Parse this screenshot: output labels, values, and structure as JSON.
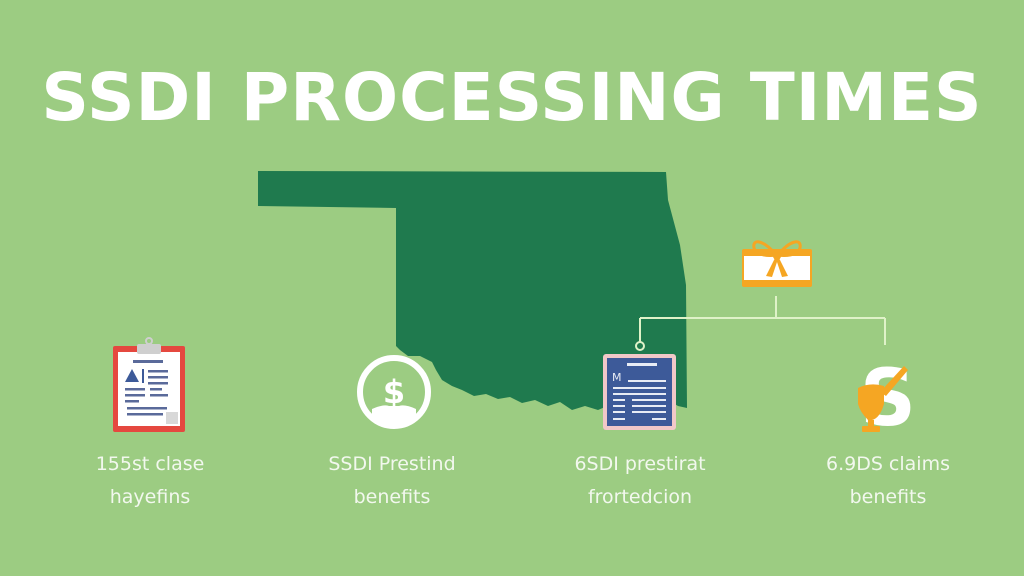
{
  "title": "SSDI PROCESSING TIMES",
  "colors": {
    "background": "#9ccc82",
    "map": "#1f7a4e",
    "connector": "#dff2c8",
    "accent_orange": "#f5a623",
    "clipboard_red": "#e5483f",
    "document_blue": "#3d5a99"
  },
  "map": {
    "region": "Oklahoma",
    "icon": "state-map-oklahoma"
  },
  "gift_icon": {
    "icon": "gift-icon"
  },
  "items": [
    {
      "icon": "clipboard-warning-icon",
      "line1": "155st clase",
      "line2": "hayefins"
    },
    {
      "icon": "dollar-circle-icon",
      "line1": "SSDI Prestind",
      "line2": "benefits"
    },
    {
      "icon": "document-icon",
      "line1": "6SDI prestirat",
      "line2": "frortedcion"
    },
    {
      "icon": "trophy-dollar-icon",
      "line1": "6.9DS claims",
      "line2": "benefits"
    }
  ]
}
